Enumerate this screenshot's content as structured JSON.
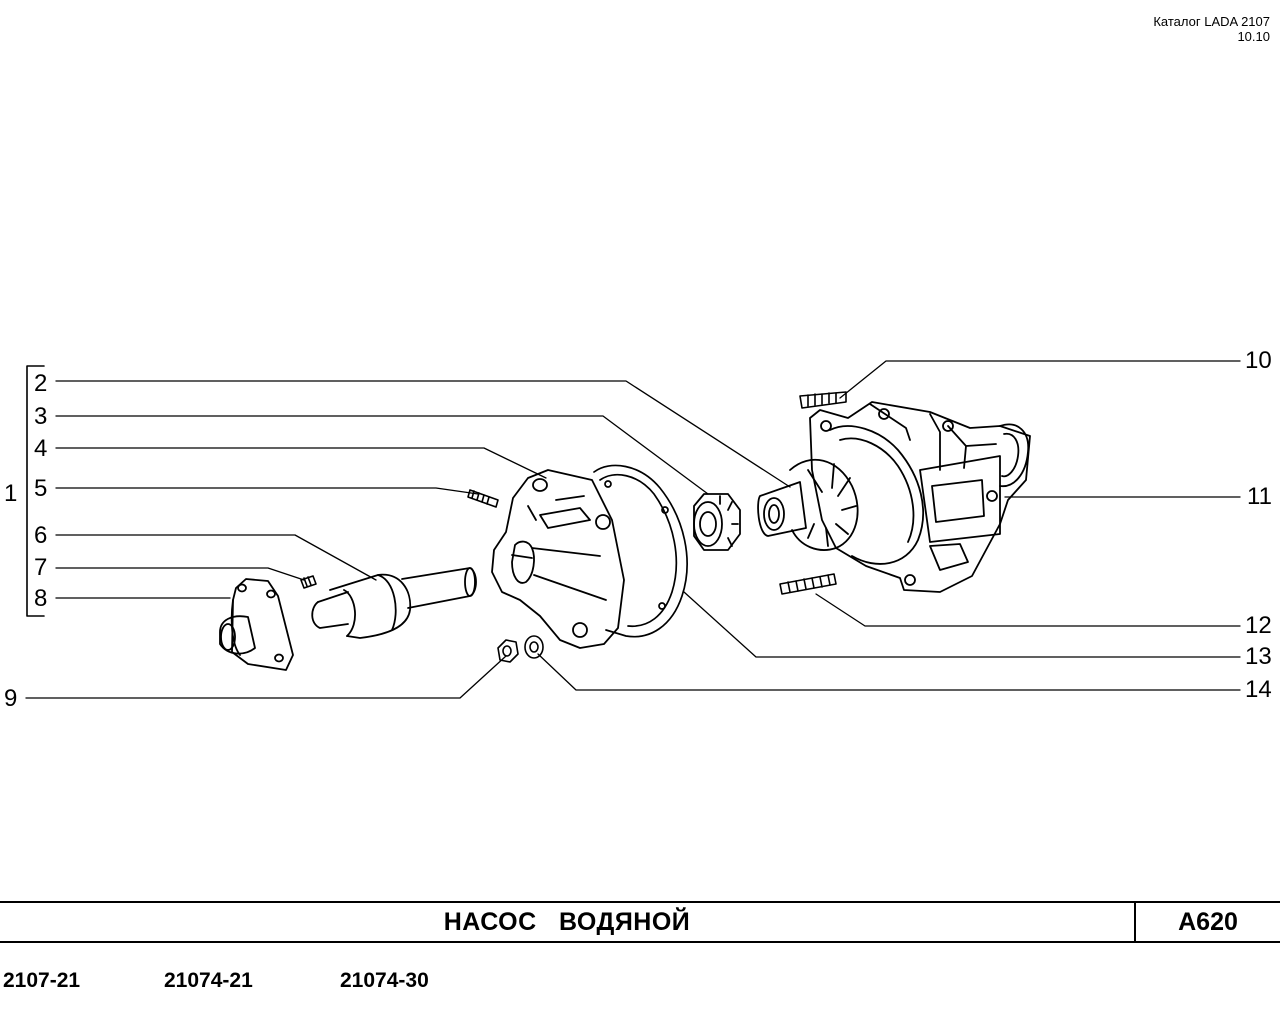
{
  "header": {
    "catalog": "Каталог LADA 2107",
    "page": "10.10"
  },
  "callouts": [
    "1",
    "2",
    "3",
    "4",
    "5",
    "6",
    "7",
    "8",
    "9",
    "10",
    "11",
    "12",
    "13",
    "14"
  ],
  "footer": {
    "title": "НАСОС   ВОДЯНОЙ",
    "code": "A620",
    "models": [
      "2107-21",
      "21074-21",
      "21074-30"
    ]
  }
}
